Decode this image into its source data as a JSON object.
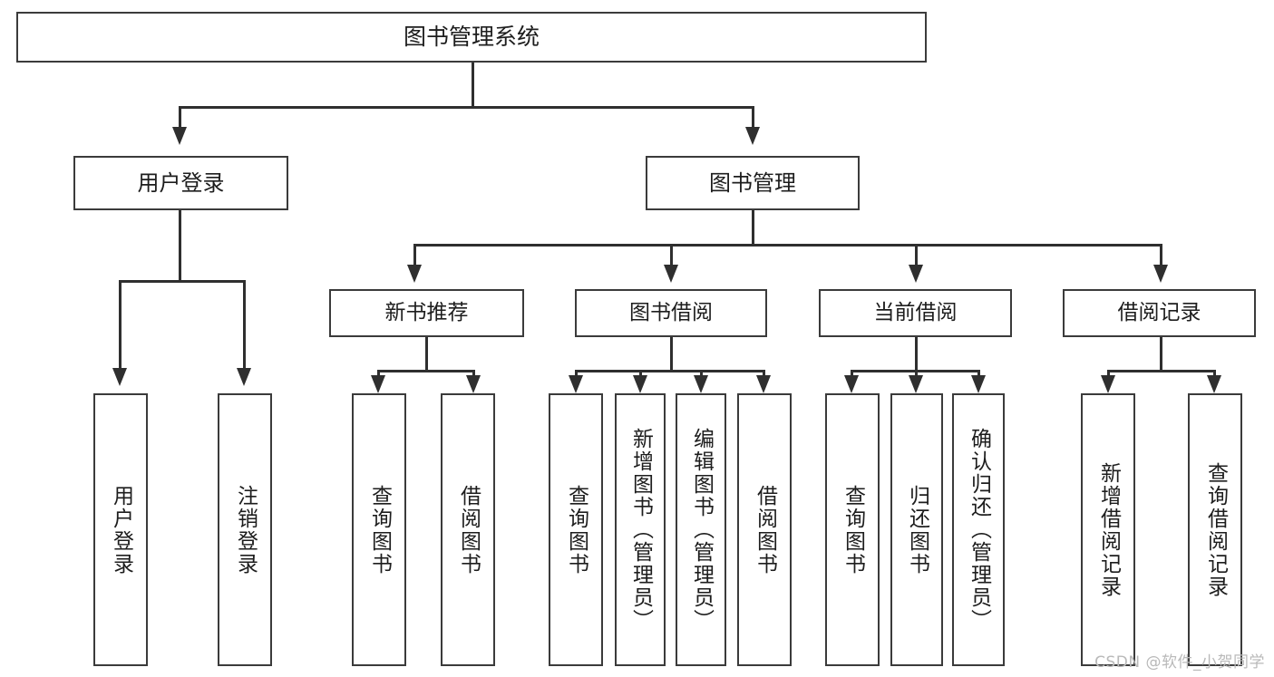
{
  "diagram": {
    "title": "图书管理系统",
    "type": "功能结构图",
    "root": {
      "label": "图书管理系统"
    },
    "level2": [
      {
        "label": "用户登录"
      },
      {
        "label": "图书管理"
      }
    ],
    "level3": [
      {
        "label": "新书推荐"
      },
      {
        "label": "图书借阅"
      },
      {
        "label": "当前借阅"
      },
      {
        "label": "借阅记录"
      }
    ],
    "leaves": {
      "user_login": [
        {
          "label": "用户登录"
        },
        {
          "label": "注销登录"
        }
      ],
      "new_book_recommend": [
        {
          "label": "查询图书"
        },
        {
          "label": "借阅图书"
        }
      ],
      "book_borrow": [
        {
          "label": "查询图书"
        },
        {
          "label": "新增图书（管理员）"
        },
        {
          "label": "编辑图书（管理员）"
        },
        {
          "label": "借阅图书"
        }
      ],
      "current_borrow": [
        {
          "label": "查询图书"
        },
        {
          "label": "归还图书"
        },
        {
          "label": "确认归还（管理员）"
        }
      ],
      "borrow_record": [
        {
          "label": "新增借阅记录"
        },
        {
          "label": "查询借阅记录"
        }
      ]
    }
  },
  "watermark": {
    "text": "CSDN @软件_小贺同学"
  },
  "colors": {
    "box_border": "#3b3b3b",
    "line": "#2f2f2f",
    "text": "#1d1d1d",
    "background": "#ffffff",
    "watermark": "#b9b9b9"
  }
}
